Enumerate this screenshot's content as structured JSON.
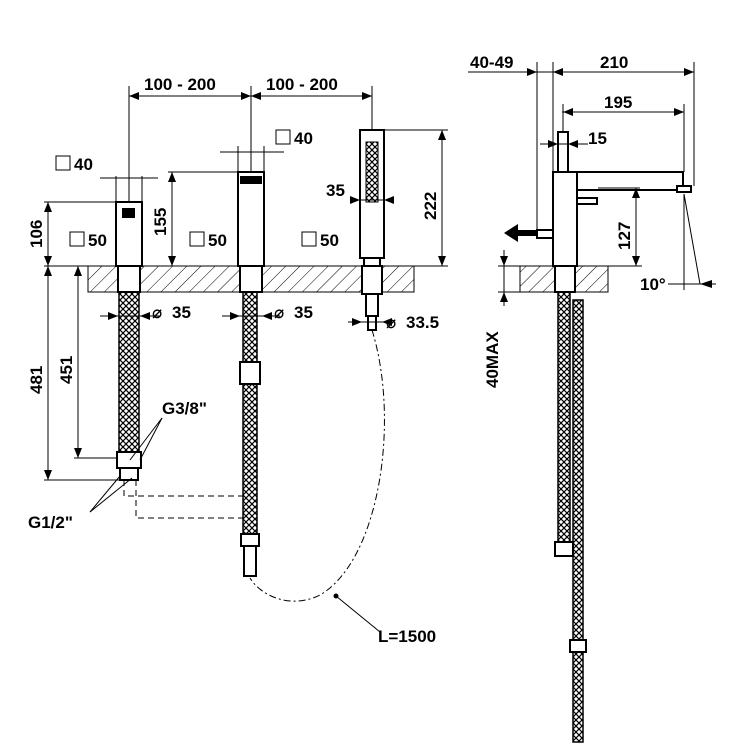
{
  "labels": {
    "spacing_left": "100 - 200",
    "spacing_right": "100 - 200",
    "square_40_left": "40",
    "square_40_right": "40",
    "square_50_a": "50",
    "square_50_b": "50",
    "square_50_c": "50",
    "dim_106": "106",
    "dim_155": "155",
    "dim_222": "222",
    "dim_35_top": "35",
    "dia_35_a": "35",
    "dia_35_b": "35",
    "dia_33_5": "33.5",
    "dim_481": "481",
    "dim_451": "451",
    "thread_3_8": "G3/8\"",
    "thread_1_2": "G1/2\"",
    "hose_length": "L=1500",
    "dim_40_49": "40-49",
    "dim_210": "210",
    "dim_195": "195",
    "dim_15": "15",
    "dim_127": "127",
    "angle_10": "10°",
    "deck_max": "40MAX"
  },
  "symbols": {
    "square": "□",
    "diameter": "⌀"
  }
}
